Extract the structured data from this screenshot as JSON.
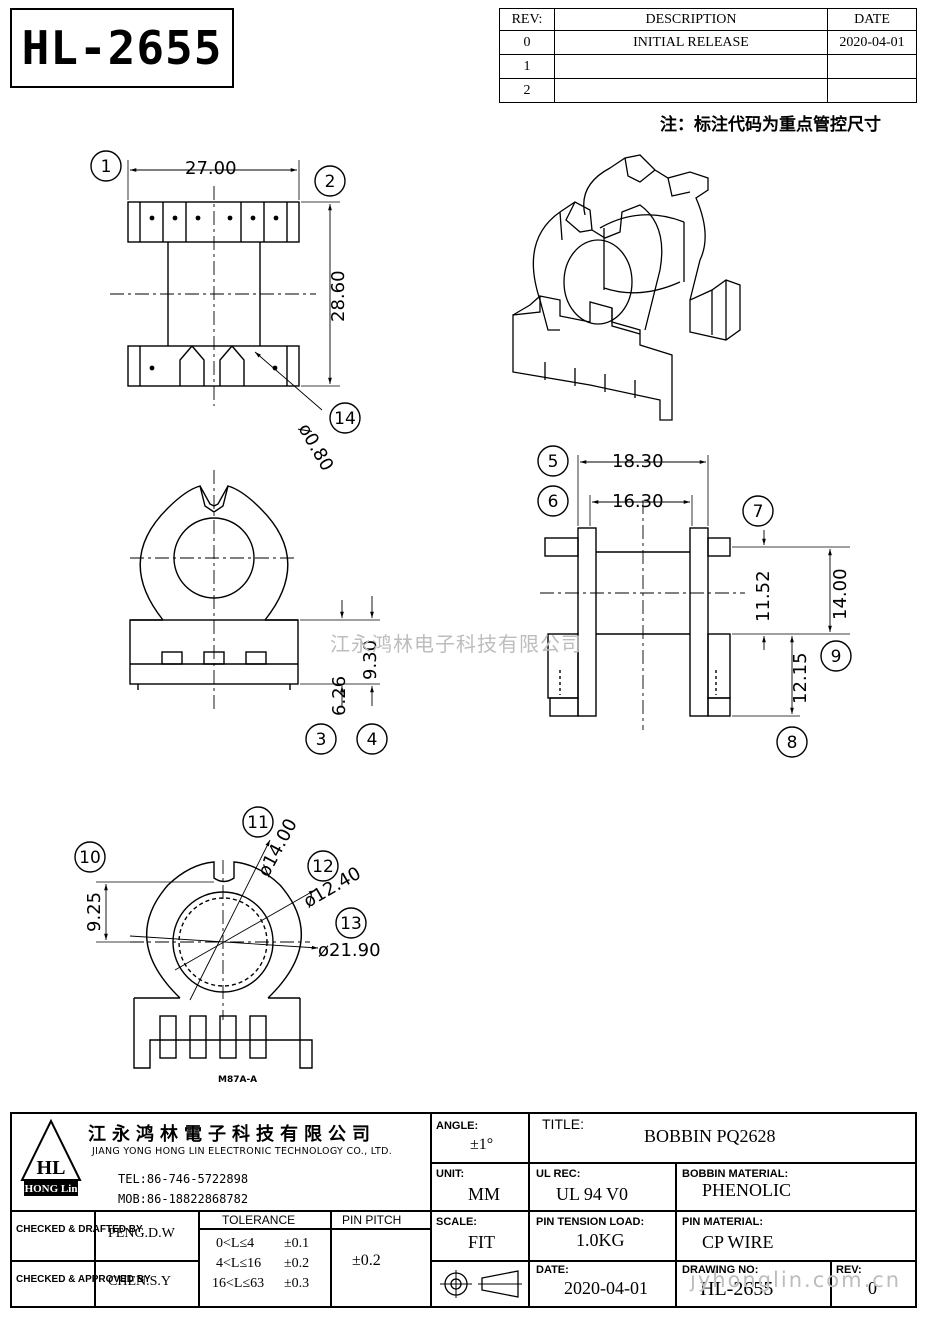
{
  "part_number": "HL-2655",
  "revision_table": {
    "headers": {
      "rev": "REV:",
      "description": "DESCRIPTION",
      "date": "DATE"
    },
    "rows": [
      {
        "rev": "0",
        "description": "INITIAL RELEASE",
        "date": "2020-04-01"
      },
      {
        "rev": "1",
        "description": "",
        "date": ""
      },
      {
        "rev": "2",
        "description": "",
        "date": ""
      }
    ]
  },
  "note": "注：标注代码为重点管控尺寸",
  "dimensions": {
    "d27": "27.00",
    "d2860": "28.60",
    "d080": "ø0.80",
    "d1830": "18.30",
    "d1630": "16.30",
    "d1152": "11.52",
    "d1400": "14.00",
    "d1215": "12.15",
    "d626": "6.26",
    "d930": "9.30",
    "d925": "9.25",
    "d1400b": "ø14.00",
    "d1240": "ø12.40",
    "d2190": "ø21.90"
  },
  "callouts": [
    "1",
    "2",
    "3",
    "4",
    "5",
    "6",
    "7",
    "8",
    "9",
    "10",
    "11",
    "12",
    "13",
    "14"
  ],
  "mould_mark": "M87A-A",
  "watermark_center": "江永鸿林电子科技有限公司",
  "watermark_corner": "jyhonglin.com.cn",
  "title_block": {
    "company_cn": "江永鸿林電子科技有限公司",
    "company_en": "JIANG YONG HONG LIN ELECTRONIC TECHNOLOGY CO., LTD.",
    "logo_text": "HL",
    "logo_sub": "HONG Lin",
    "tel": "TEL:86-746-5722898",
    "mob": "MOB:86-18822868782",
    "angle_label": "ANGLE:",
    "angle": "±1°",
    "title_label": "TITLE:",
    "title": "BOBBIN PQ2628",
    "unit_label": "UNIT:",
    "unit": "MM",
    "ul_label": "UL REC:",
    "ul": "UL 94 V0",
    "bobbin_material_label": "BOBBIN MATERIAL:",
    "bobbin_material": "PHENOLIC",
    "checked_drafted_label": "CHECKED & DRAFTED BY",
    "drafted_by": "PENG.D.W",
    "checked_approved_label": "CHECKED & APPROVED BY",
    "approved_by": "CHEN.S.Y",
    "tolerance_label": "TOLERANCE",
    "tolerance_rows": [
      {
        "range": "0<L≤4",
        "tol": "±0.1"
      },
      {
        "range": "4<L≤16",
        "tol": "±0.2"
      },
      {
        "range": "16<L≤63",
        "tol": "±0.3"
      }
    ],
    "pin_pitch_label": "PIN PITCH",
    "pin_pitch": "±0.2",
    "scale_label": "SCALE:",
    "scale": "FIT",
    "pin_tension_label": "PIN TENSION LOAD:",
    "pin_tension": "1.0KG",
    "pin_material_label": "PIN MATERIAL:",
    "pin_material": "CP WIRE",
    "date_label": "DATE:",
    "date": "2020-04-01",
    "drawing_no_label": "DRAWING NO:",
    "drawing_no": "HL-2655",
    "rev_label": "REV:",
    "rev": "0"
  }
}
